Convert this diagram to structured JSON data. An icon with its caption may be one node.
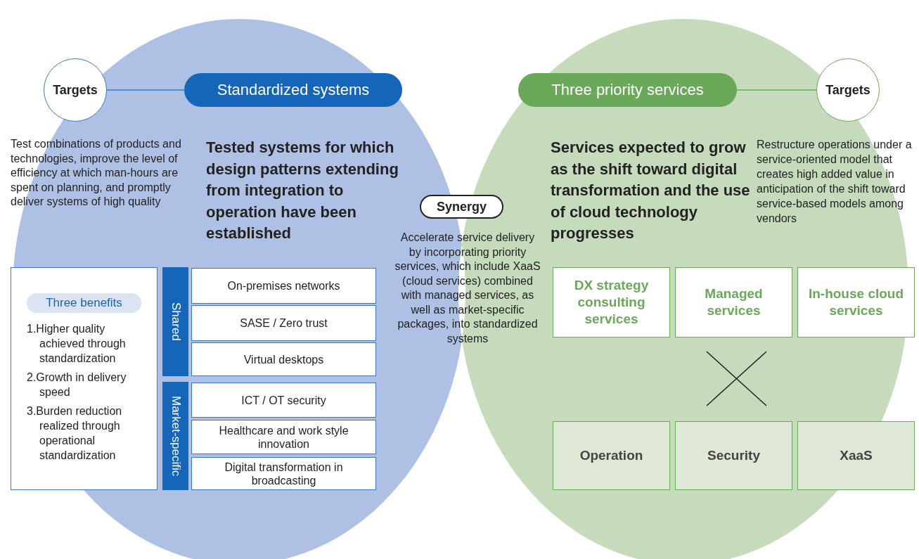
{
  "diagram": {
    "nodes": [
      {
        "text": [
          "Targets"
        ]
      },
      {
        "text": [
          "Standardized systems"
        ]
      },
      {
        "text": [
          "Three priority services"
        ]
      },
      {
        "text": [
          "Targets"
        ]
      },
      {
        "text": [
          "Three benefits",
          "1.Higher quality achieved through standardization",
          "2.Growth in delivery speed",
          "3.Burden reduction realized through operational standardization"
        ]
      },
      {
        "text": [
          "Shared"
        ]
      },
      {
        "text": [
          "On-premises networks"
        ]
      },
      {
        "text": [
          "SASE / Zero trust"
        ]
      },
      {
        "text": [
          "Virtual desktops"
        ]
      },
      {
        "text": [
          "Market-specific"
        ]
      },
      {
        "text": [
          "ICT / OT security"
        ]
      },
      {
        "text": [
          "Healthcare and work style innovation"
        ]
      },
      {
        "text": [
          "Digital transformation in broadcasting"
        ]
      },
      {
        "text": [
          "Synergy"
        ]
      },
      {
        "text": [
          "DX strategy consulting services"
        ]
      },
      {
        "text": [
          "Managed services"
        ]
      },
      {
        "text": [
          "In-house cloud services"
        ]
      },
      {
        "text": [
          "Operation"
        ]
      },
      {
        "text": [
          "Security"
        ]
      },
      {
        "text": [
          "XaaS"
        ]
      }
    ],
    "edges": [
      {
        "from": 0,
        "to": 1,
        "arrow": "none",
        "color": "#3a78c2"
      },
      {
        "from": 2,
        "to": 3,
        "arrow": "none",
        "color": "#6aa85a"
      }
    ],
    "labels": [
      "Test combinations of products and technologies, improve the level of efficiency at which man-hours are spent on planning, and promptly deliver systems of high quality",
      "Tested systems for which design patterns extending from integration to operation have been established",
      "Accelerate service delivery by incorporating priority services, which include XaaS (cloud services) combined with managed services, as well as market-specific packages, into standardized systems",
      "Services expected to grow as the shift toward digital transformation and the use of cloud technology progresses",
      "Restructure operations under a service-oriented model that creates high added value in anticipation of the shift toward service-based models among vendors"
    ]
  }
}
